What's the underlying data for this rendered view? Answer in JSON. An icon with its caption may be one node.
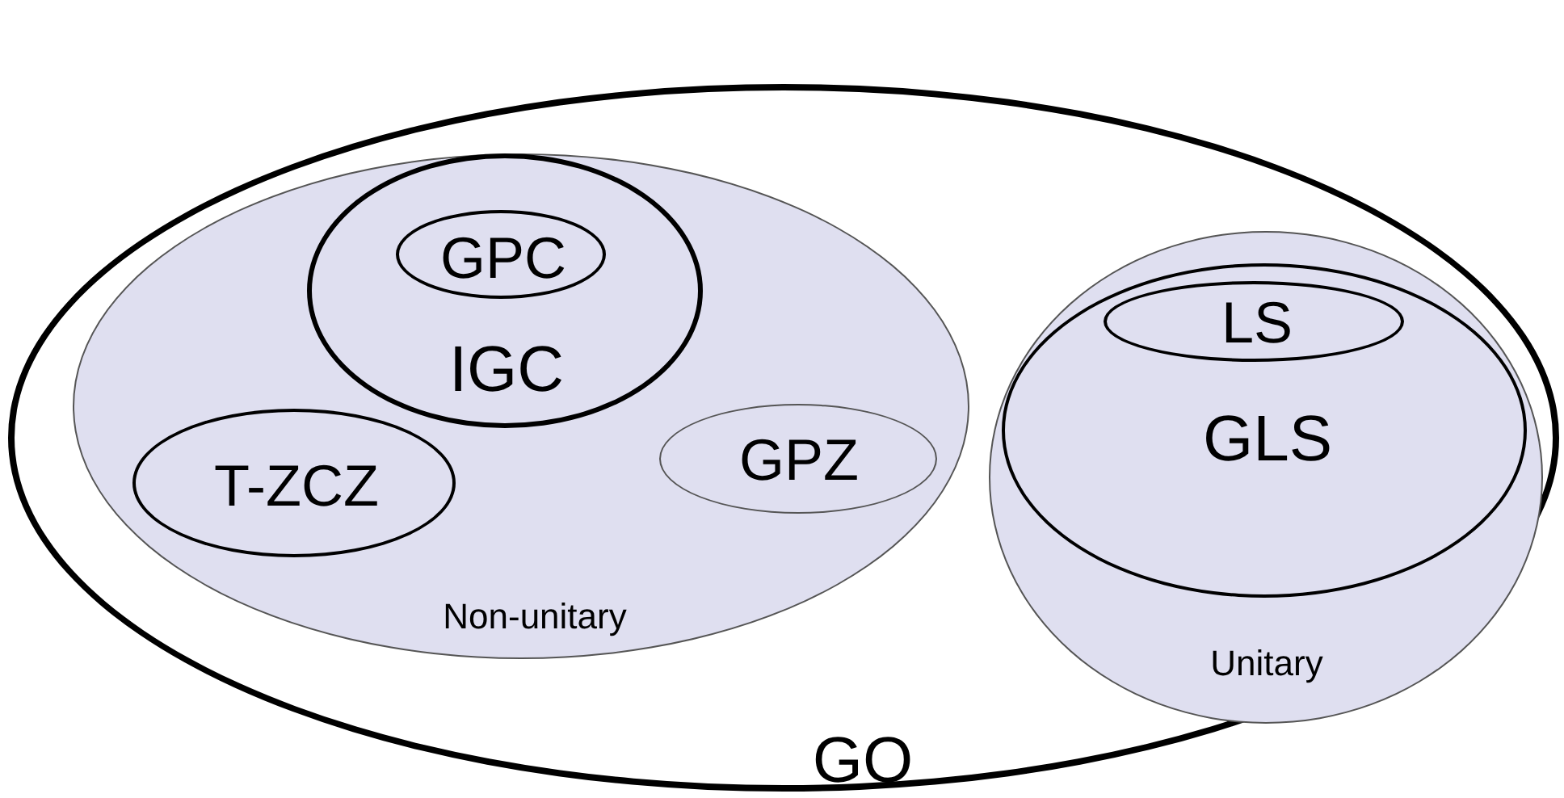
{
  "diagram": {
    "nodes": [
      {
        "text": [
          "GO"
        ]
      },
      {
        "text": [
          "Non-unitary"
        ],
        "in": 0
      },
      {
        "text": [
          "IGC"
        ],
        "in": 1
      },
      {
        "text": [
          "GPC"
        ],
        "in": 2
      },
      {
        "text": [
          "T-ZCZ"
        ],
        "in": 1
      },
      {
        "text": [
          "GPZ"
        ],
        "in": 1
      },
      {
        "text": [
          "Unitary"
        ],
        "in": 0
      },
      {
        "text": [
          "GLS"
        ],
        "in": 6
      },
      {
        "text": [
          "LS"
        ],
        "in": 7
      }
    ],
    "edges": []
  }
}
